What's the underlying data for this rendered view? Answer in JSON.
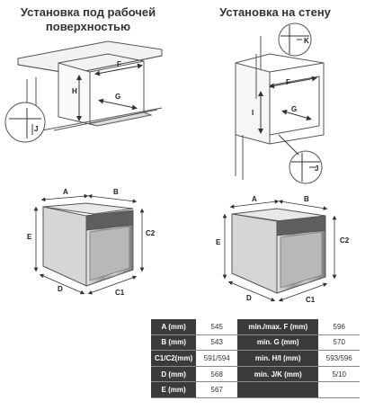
{
  "titles": {
    "left_line1": "Установка под рабочей",
    "left_line2": "поверхностью",
    "right": "Установка на стену"
  },
  "labels": {
    "H": "H",
    "F": "F",
    "G": "G",
    "I": "I",
    "J": "J",
    "K": "K",
    "A": "A",
    "B": "B",
    "C1": "C1",
    "C2": "C2",
    "D": "D",
    "E": "E"
  },
  "table": {
    "rows": [
      {
        "k1": "A (mm)",
        "v1": "545",
        "k2": "min./max. F (mm)",
        "v2": "596"
      },
      {
        "k1": "B (mm)",
        "v1": "543",
        "k2": "min. G (mm)",
        "v2": "570"
      },
      {
        "k1": "C1/C2(mm)",
        "v1": "591/594",
        "k2": "min. H/I (mm)",
        "v2": "593/596"
      },
      {
        "k1": "D (mm)",
        "v1": "568",
        "k2": "min. J/K (mm)",
        "v2": "5/10"
      },
      {
        "k1": "E (mm)",
        "v1": "567",
        "k2": "",
        "v2": ""
      }
    ]
  }
}
